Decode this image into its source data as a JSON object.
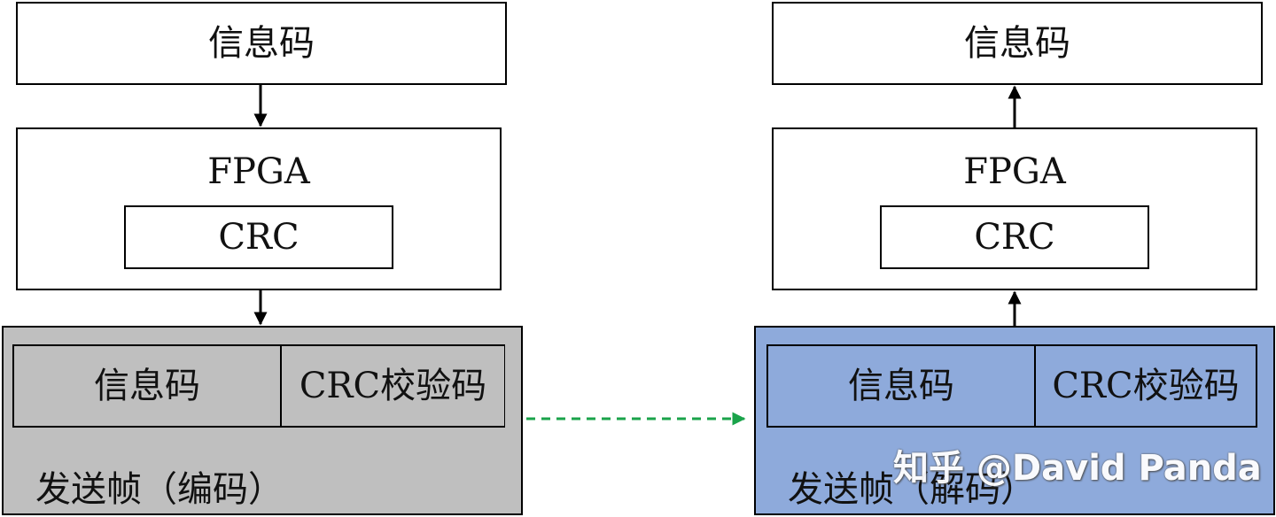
{
  "left": {
    "info_top": "信息码",
    "fpga_title": "FPGA",
    "crc": "CRC",
    "frame": {
      "cell_info": "信息码",
      "cell_check": "CRC校验码",
      "caption": "发送帧（编码）",
      "fill_color": "#bfbfbf"
    }
  },
  "right": {
    "info_top": "信息码",
    "fpga_title": "FPGA",
    "crc": "CRC",
    "frame": {
      "cell_info": "信息码",
      "cell_check": "CRC校验码",
      "caption": "发送帧（解码）",
      "fill_color": "#8eaadb"
    }
  },
  "connector": {
    "color": "#1aa34a",
    "style": "dashed"
  },
  "watermark": "知乎 @David Panda"
}
